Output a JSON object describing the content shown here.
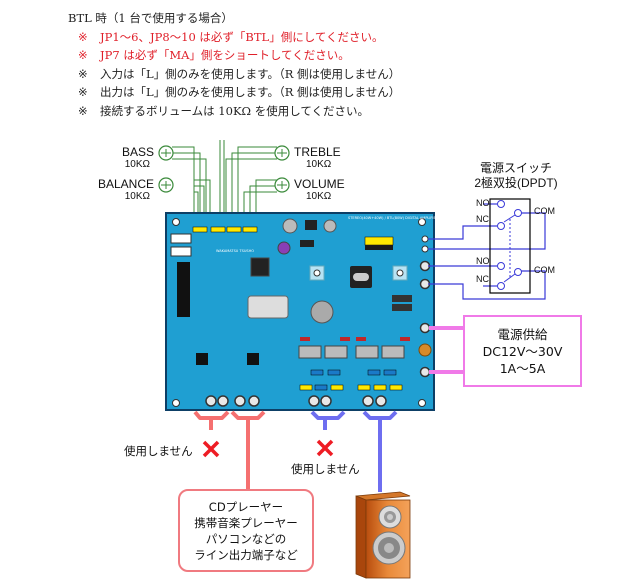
{
  "notes": {
    "heading": "BTL 時（1 台で使用する場合）",
    "mark": "※",
    "items": [
      {
        "text": "JP1～6、JP8～10 は必ず「BTL」側にしてください。",
        "color": "#e0202a"
      },
      {
        "text": "JP7 は必ず「MA」側をショートしてください。",
        "color": "#e0202a"
      },
      {
        "text": "入力は「L」側のみを使用します。（R 側は使用しません）",
        "color": "#222222"
      },
      {
        "text": "出力は「L」側のみを使用します。（R 側は使用しません）",
        "color": "#222222"
      },
      {
        "text": "接続するボリュームは 10KΩ を使用してください。",
        "color": "#222222"
      }
    ]
  },
  "pots": [
    {
      "name": "BASS",
      "value": "10KΩ"
    },
    {
      "name": "BALANCE",
      "value": "10KΩ"
    },
    {
      "name": "TREBLE",
      "value": "10KΩ"
    },
    {
      "name": "VOLUME",
      "value": "10KΩ"
    }
  ],
  "switch": {
    "title": "電源スイッチ",
    "subtitle": "2極双投(DPDT)",
    "terminals": {
      "no": "NO",
      "nc": "NC",
      "com": "COM"
    }
  },
  "power": {
    "title": "電源供給",
    "voltage": "DC12V～30V",
    "current": "1A～5A"
  },
  "board": {
    "label": "STEREO(40W+40W) / BTL(80W) DIGITAL AMPLIFIER",
    "maker": "WAKAMATSU TSUSHO"
  },
  "unused": {
    "input_label": "使用しません",
    "output_label": "使用しません"
  },
  "source": {
    "lines": [
      "CDプレーヤー",
      "携帯音楽プレーヤー",
      "パソコンなどの",
      "ライン出力端子など"
    ]
  },
  "colors": {
    "board": "#1f9fd2",
    "input_wire": "#f57070",
    "output_wire": "#6e6ef0",
    "switch_wire": "#3a3ad8",
    "power_wire": "#f07ae8",
    "pot_wire": "#3a8a3a",
    "x_mark": "#ee1c24"
  }
}
